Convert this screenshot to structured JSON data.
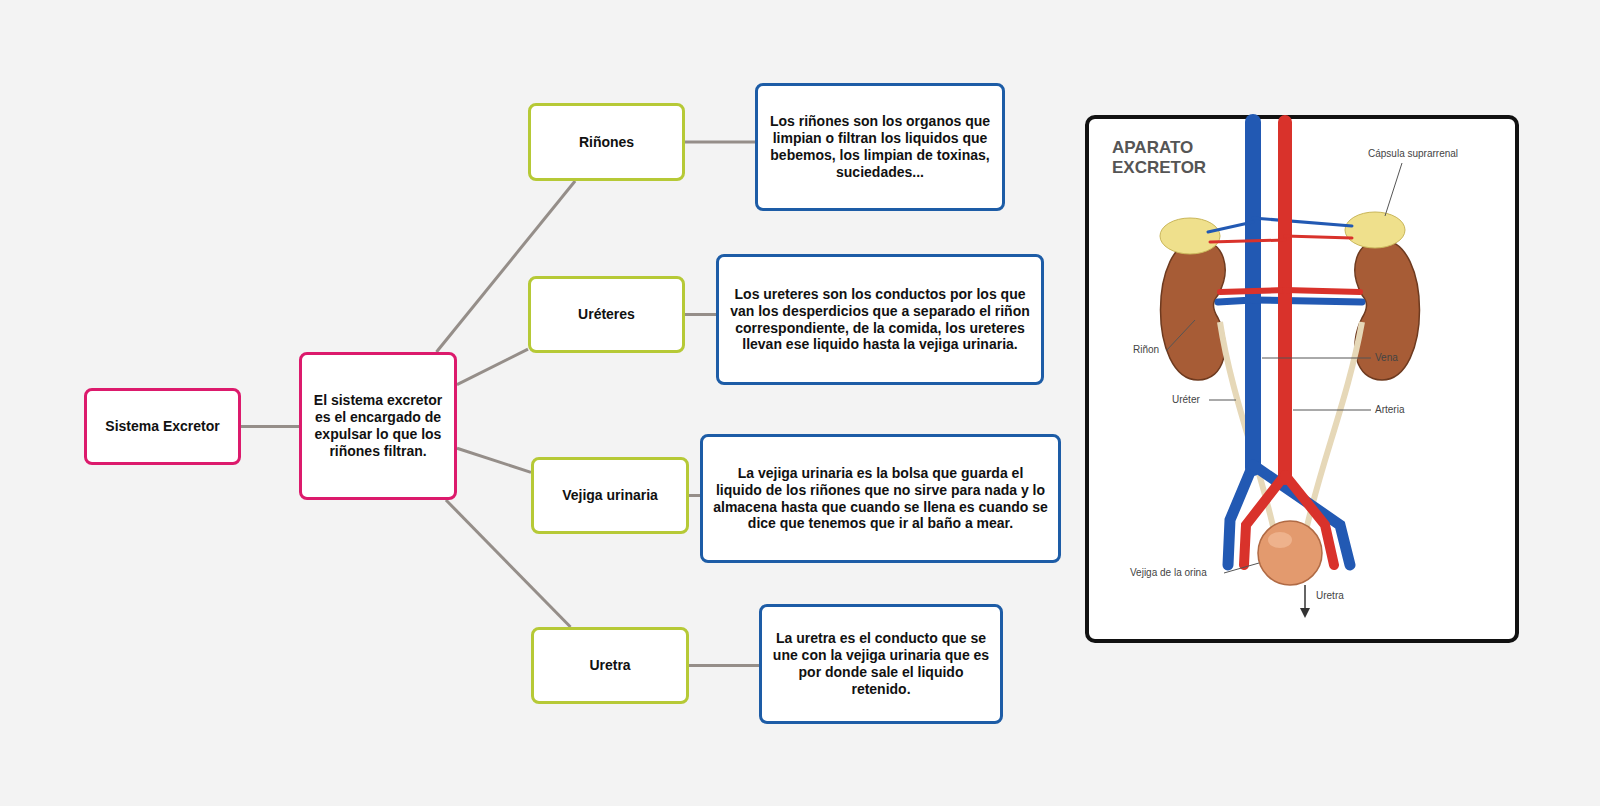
{
  "diagram": {
    "nodes": [
      {
        "text": [
          "Sistema Excretor"
        ]
      },
      {
        "text": [
          "El sistema excretor es el encargado de expulsar lo que los riñones filtran."
        ]
      },
      {
        "text": [
          "Riñones"
        ]
      },
      {
        "text": [
          "Los riñones son los organos que limpian o filtran los liquidos que bebemos, los limpian de toxinas, suciedades..."
        ]
      },
      {
        "text": [
          "Uréteres"
        ]
      },
      {
        "text": [
          "Los ureteres son los conductos por los que van los desperdicios que a separado el riñon correspondiente, de la comida, los ureteres llevan ese liquido hasta la vejiga urinaria."
        ]
      },
      {
        "text": [
          "Vejiga urinaria"
        ]
      },
      {
        "text": [
          "La vejiga urinaria es la bolsa que guarda el liquido de los riñones que no sirve para nada y lo almacena hasta que cuando se llena es cuando se dice que tenemos que ir al baño a mear."
        ]
      },
      {
        "text": [
          "Uretra"
        ]
      },
      {
        "text": [
          "La uretra es el conducto que se une con la vejiga urinaria que es por donde sale el liquido retenido."
        ]
      }
    ],
    "edges": [
      {
        "from": 0,
        "to": 1,
        "arrow": "none"
      },
      {
        "from": 1,
        "to": 2,
        "arrow": "none"
      },
      {
        "from": 1,
        "to": 4,
        "arrow": "none"
      },
      {
        "from": 1,
        "to": 6,
        "arrow": "none"
      },
      {
        "from": 1,
        "to": 8,
        "arrow": "none"
      },
      {
        "from": 2,
        "to": 3,
        "arrow": "none"
      },
      {
        "from": 4,
        "to": 5,
        "arrow": "none"
      },
      {
        "from": 6,
        "to": 7,
        "arrow": "none"
      },
      {
        "from": 8,
        "to": 9,
        "arrow": "none"
      }
    ],
    "labels": [
      "APARATO EXCRETOR",
      "Cápsula suprarrenal",
      "Riñon",
      "Vena",
      "Uréter",
      "Arteria",
      "Vejiga de la orina",
      "Uretra"
    ]
  }
}
